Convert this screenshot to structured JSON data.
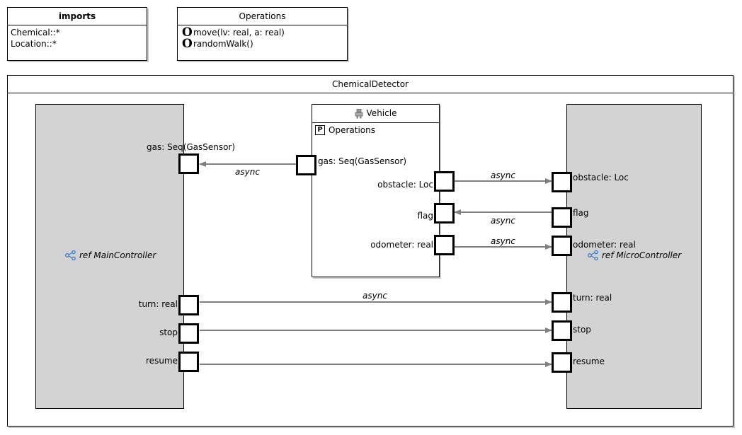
{
  "imports": {
    "title": "imports",
    "items": [
      "Chemical::*",
      "Location::*"
    ]
  },
  "operations": {
    "title": "Operations",
    "items": [
      {
        "icon": "operation-icon",
        "glyph": "O",
        "label": "move(lv: real, a: real)"
      },
      {
        "icon": "operation-icon",
        "glyph": "O",
        "label": "randomWalk()"
      }
    ]
  },
  "module": {
    "title": "ChemicalDetector",
    "main_controller": {
      "label": "ref MainController",
      "icon": "reference-icon"
    },
    "micro_controller": {
      "label": "ref MicroController",
      "icon": "reference-icon"
    },
    "vehicle": {
      "title": "Vehicle",
      "icon": "robot-icon",
      "provided": {
        "badge": "P",
        "label": "Operations"
      }
    },
    "ports": {
      "main_gas": "gas: Seq(GasSensor)",
      "main_turn": "turn: real",
      "main_stop": "stop",
      "main_resume": "resume",
      "vehicle_gas": "gas: Seq(GasSensor)",
      "vehicle_obstacle": "obstacle: Loc",
      "vehicle_flag": "flag",
      "vehicle_odometer": "odometer: real",
      "micro_obstacle": "obstacle: Loc",
      "micro_flag": "flag",
      "micro_odometer": "odometer: real",
      "micro_turn": "turn: real",
      "micro_stop": "stop",
      "micro_resume": "resume"
    },
    "connections": [
      {
        "from": "Vehicle.gas",
        "to": "MainController.gas",
        "label": "async"
      },
      {
        "from": "Vehicle.obstacle",
        "to": "MicroController.obstacle",
        "label": "async"
      },
      {
        "from": "MicroController.flag",
        "to": "Vehicle.flag",
        "label": "async"
      },
      {
        "from": "Vehicle.odometer",
        "to": "MicroController.odometer",
        "label": "async"
      },
      {
        "from": "MainController.turn",
        "to": "MicroController.turn",
        "label": "async"
      },
      {
        "from": "MainController.stop",
        "to": "MicroController.stop",
        "label": ""
      },
      {
        "from": "MainController.resume",
        "to": "MicroController.resume",
        "label": ""
      }
    ]
  },
  "colors": {
    "controller_fill": "#d3d3d3",
    "connector": "#808080",
    "reference_icon": "#3a7bd5"
  }
}
